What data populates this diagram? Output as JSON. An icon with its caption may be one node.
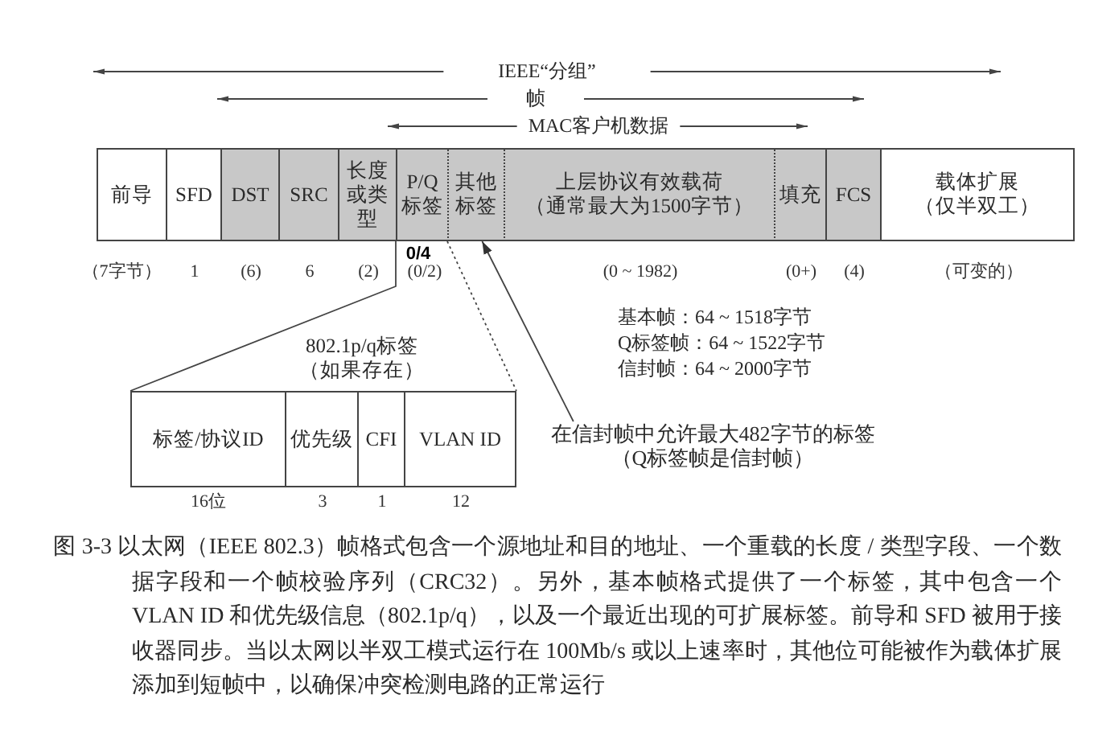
{
  "diagram": {
    "caption": "图 3-3 以太网（IEEE 802.3）帧格式包含一个源地址和目的地址、一个重载的长度 / 类型字段、一个数据字段和一个帧校验序列（CRC32）。另外，基本帧格式提供了一个标签，其中包含一个 VLAN ID 和优先级信息（802.1p/q），以及一个最近出现的可扩展标签。前导和 SFD 被用于接收器同步。当以太网以半双工模式运行在 100Mb/s 或以上速率时，其他位可能被作为载体扩展添加到短帧中，以确保冲突检测电路的正常运行",
    "nodes": [
      {
        "text": [
          "前导"
        ],
        "beside": [
          "（7字节）"
        ]
      },
      {
        "text": [
          "SFD"
        ],
        "beside": [
          "1"
        ]
      },
      {
        "text": [
          "DST"
        ],
        "beside": [
          "(6)"
        ]
      },
      {
        "text": [
          "SRC"
        ],
        "beside": [
          "6"
        ]
      },
      {
        "text": [
          "长度或类型"
        ],
        "beside": [
          "(2)"
        ]
      },
      {
        "text": [
          "P/Q标签"
        ],
        "beside": [
          "0/4",
          "(0/2)"
        ]
      },
      {
        "text": [
          "其他标签"
        ]
      },
      {
        "text": [
          "上层协议有效载荷",
          "（通常最大为1500字节）"
        ],
        "beside": [
          "(0 ~ 1982)"
        ]
      },
      {
        "text": [
          "填充"
        ],
        "beside": [
          "(0+)"
        ]
      },
      {
        "text": [
          "FCS"
        ],
        "beside": [
          "(4)"
        ]
      },
      {
        "text": [
          "载体扩展",
          "（仅半双工）"
        ],
        "beside": [
          "（可变的）"
        ]
      },
      {
        "text": [
          "802.1p/q标签",
          "（如果存在）"
        ]
      },
      {
        "text": [
          "标签/协议ID"
        ],
        "in": 11,
        "beside": [
          "16位"
        ]
      },
      {
        "text": [
          "优先级"
        ],
        "in": 11,
        "beside": [
          "3"
        ]
      },
      {
        "text": [
          "CFI"
        ],
        "in": 11,
        "beside": [
          "1"
        ]
      },
      {
        "text": [
          "VLAN ID"
        ],
        "in": 11,
        "beside": [
          "12"
        ]
      },
      {
        "text": [
          "在信封帧中允许最大482字节的标签",
          "（Q标签帧是信封帧）"
        ]
      }
    ],
    "edges": [
      {
        "from": 5,
        "to": 11,
        "arrow": "none"
      },
      {
        "from": 5,
        "to": 11,
        "arrow": "none",
        "style": "dashed"
      },
      {
        "from": 16,
        "to": 6,
        "arrow": "to"
      }
    ],
    "labels": [
      "IEEE“分组”",
      "帧",
      "MAC客户机数据",
      "基本帧：64 ~ 1518字节",
      "Q标签帧：64 ~ 1522字节",
      "信封帧：64 ~ 2000字节"
    ]
  }
}
